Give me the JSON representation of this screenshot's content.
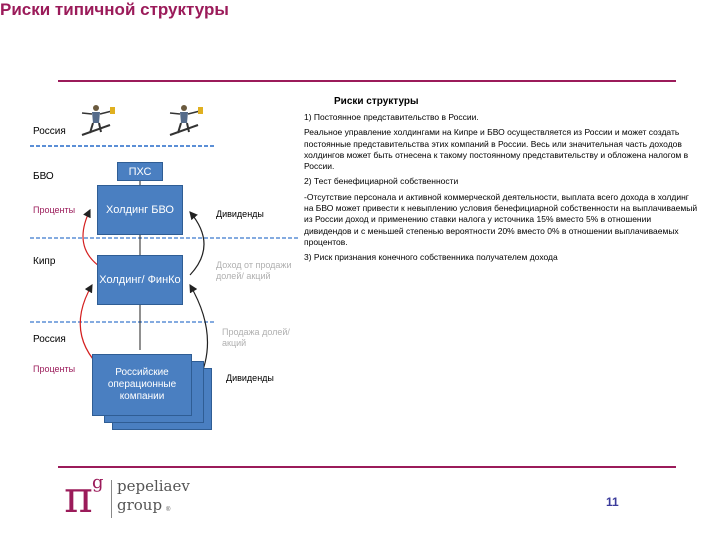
{
  "title": "Риски типичной структуры",
  "diagram": {
    "labels": {
      "russia_top": "Россия",
      "bvo": "БВО",
      "cyprus": "Кипр",
      "russia_bottom": "Россия",
      "percent_top": "Проценты",
      "percent_bottom": "Проценты",
      "dividends_top": "Дивиденды",
      "dividends_bottom": "Дивиденды",
      "income_from_sale": "Доход от продажи долей/ акций",
      "sale_of_shares": "Продажа долей/ акций"
    },
    "boxes": {
      "phs": "ПХС",
      "holding_bvo": "Холдинг БВО",
      "holding_finco": "Холдинг/ ФинКо",
      "russian_companies": "Российские операционные компании"
    }
  },
  "right": {
    "heading": "Риски структуры",
    "p1_title": "1) Постоянное представительство в России.",
    "p1_body": "Реальное управление холдингами на Кипре и БВО осуществляется из России и может создать постоянные представительства этих компаний в России. Весь или значительная часть доходов холдингов может быть отнесена к такому постоянному представительству и обложена налогом в России.",
    "p2_title": "2) Тест бенефициарной собственности",
    "p2_body": "-Отсутствие персонала и активной коммерческой деятельности, выплата всего дохода в холдинг на БВО может привести к невыплению условия бенефициарной собственности на выплачиваемый из России доход и применению ставки налога у источника 15% вместо 5% в отношении дивидендов и с меньшей степенью вероятности 20% вместо 0% в отношении выплачиваемых процентов.",
    "p3": "3) Риск признания конечного собственника получателем дохода"
  },
  "footer": {
    "logo_symbol": "π",
    "logo_sup": "g",
    "logo_line1": "pepeliaev",
    "logo_line2": "group",
    "page_number": "11"
  },
  "colors": {
    "brand": "#9b1b5a",
    "box_blue": "#4a7fc1",
    "dash_blue": "#5b8fd6",
    "arrow_red": "#d42020"
  }
}
